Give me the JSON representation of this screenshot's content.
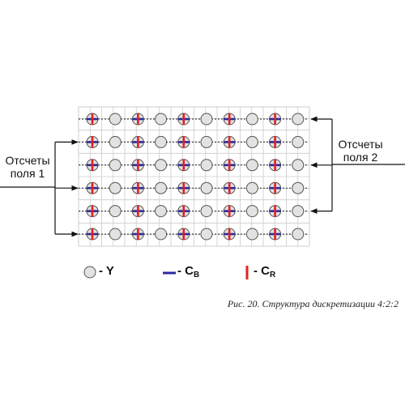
{
  "labels": {
    "field1": [
      "Отсчеты",
      "поля  1"
    ],
    "field2": [
      "Отсчеты",
      "поля  2"
    ]
  },
  "legend": {
    "y_text": "- Y",
    "cb_text": "- C",
    "cb_sub": "B",
    "cr_text": "- C",
    "cr_sub": "R"
  },
  "caption": "Рис. 20. Структура дискретизации 4:2:2",
  "grid": {
    "rows": 6,
    "cols": 10,
    "chroma_every": 2
  },
  "colors": {
    "luma_fill": "#e2e2e2",
    "luma_stroke": "#555555",
    "cb": "#2b2a9a",
    "cr": "#e51f1f",
    "grid_line": "#cccccc",
    "row_line": "#222222",
    "arrow": "#111111"
  }
}
